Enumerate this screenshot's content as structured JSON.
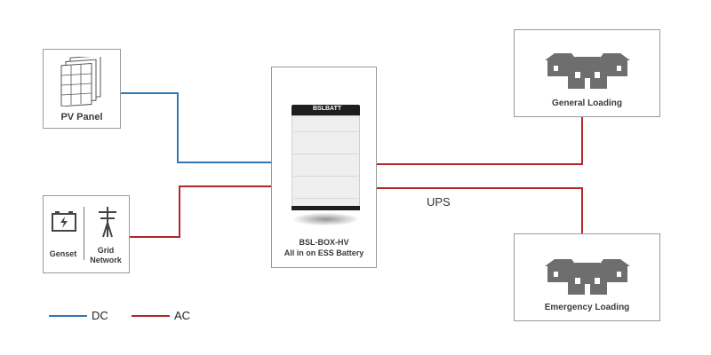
{
  "pv": {
    "label": "PV Panel"
  },
  "genset": {
    "label": "Genset"
  },
  "grid": {
    "label": "Grid Network"
  },
  "battery": {
    "brand": "BSLBATT",
    "model": "BSL-BOX-HV",
    "description": "All in on ESS Battery"
  },
  "general": {
    "label": "General Loading"
  },
  "emergency": {
    "label": "Emergency Loading"
  },
  "ups_label": "UPS",
  "legend": {
    "dc": "DC",
    "ac": "AC"
  },
  "colors": {
    "dc": "#2f78b5",
    "ac": "#b3262c",
    "house": "#6e6e6e"
  },
  "icons": [
    "solar-panel-icon",
    "battery-icon",
    "power-tower-icon",
    "houses-icon"
  ]
}
